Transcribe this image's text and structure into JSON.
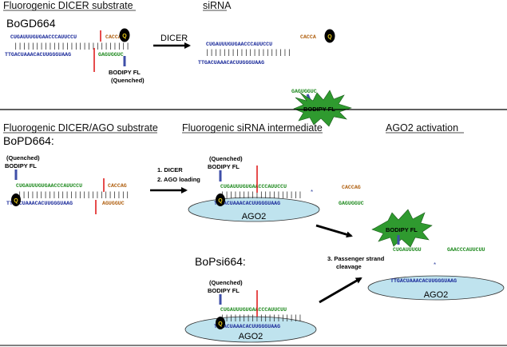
{
  "headers": {
    "fluorogenic_dicer_substrate": "Fluorogenic DICER substrate",
    "sirna": "siRNA",
    "fluorogenic_dicer_ago_substrate": "Fluorogenic DICER/AGO substrate",
    "fluorogenic_sirna_intermediate": "Fluorogenic siRNA intermediate",
    "ago2_activation": "AGO2 activation"
  },
  "constructs": {
    "bogd664": "BoGD664",
    "bopd664": "BoPD664:",
    "bopsi664": "BoPsi664:"
  },
  "steps": {
    "dicer": "DICER",
    "step1": "1. DICER",
    "step2": "2. AGO loading",
    "step3_line1": "3. Passenger strand",
    "step3_line2": "cleavage"
  },
  "labels": {
    "bodipy_fl": "BODIPY FL",
    "quenched": "(Quenched)",
    "ago2": "AGO2",
    "quencher_mark": "Q"
  },
  "sequences": {
    "top_sense_blue": "CUGAUUUGUGAACCCAUUCCU",
    "top_sense_orange": "CACCA",
    "top_antisense_blue": "TTGACUAAACACUUGGGUAAG",
    "top_antisense_green": "GAGUGGUC",
    "sirna_sense": "CUGAUUUGUGAACCCAUUCCU",
    "sirna_antisense": "TTGACUAAACACUUGGGUAAG",
    "cleaved_orange": "CACCA",
    "cleaved_green": "GAGUGGUC",
    "bopd_sense_green": "CUGAUUUGUGAACCCAUUCCU",
    "bopd_sense_orange": "CACCAG",
    "bopd_antisense_blue": "TTGACUAAACACUUGGGUAAG",
    "bopd_antisense_orange": "AGUGGUC",
    "mid_sense": "CUGAUUUGUGAACCCAUUCCU",
    "mid_antisense": "TTGACUAAACACUUGGGUAAG",
    "mid_cleaved_orange": "CACCAG",
    "mid_cleaved_green": "GAGUGGUC",
    "act_frag1": "CUGAUUUGU",
    "act_frag2": "GAACCCAUUCUU",
    "act_antisense": "TTGACUAAACACUUGGGUAAG",
    "psi_sense": "CUGAUUUGUGAACCCAUUCUU",
    "psi_antisense": "TTGACUAAACACUUGGGUAAG"
  },
  "colors": {
    "blue_strand": "#1a2a9a",
    "green_strand": "#1f8a1f",
    "orange_strand": "#b06010",
    "cleavage_red": "#e02020",
    "linker_blue": "#3f4fa8",
    "ago_fill": "#bfe3ee",
    "burst_fill": "#2f9a2f",
    "quencher_black": "#000000",
    "quencher_label": "#f2d21a"
  }
}
